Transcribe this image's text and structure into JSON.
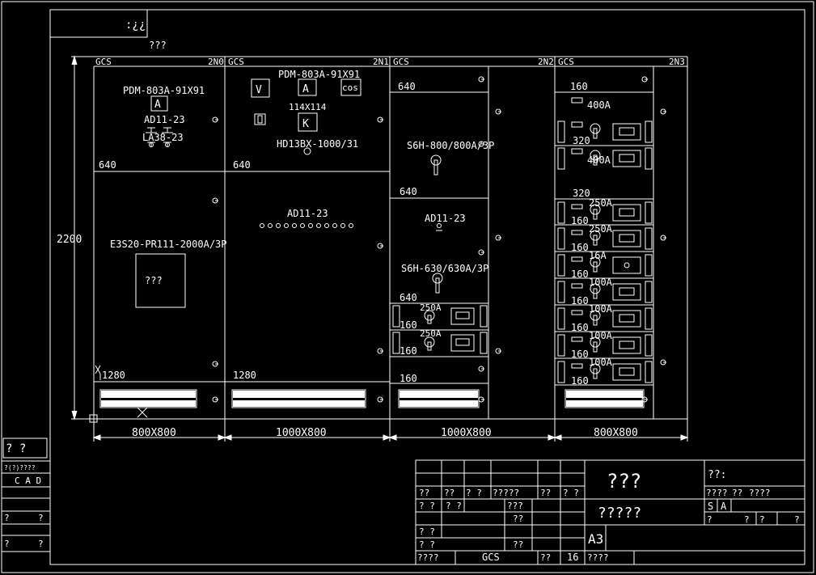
{
  "title_box": {
    "text": ":¿¿"
  },
  "diagram_caption": "???",
  "dimension_height": "2200",
  "panels": [
    {
      "header": "GCS",
      "id": "2N0",
      "width_label": "800X800",
      "labels": {
        "meter_model": "PDM-803A-91X91",
        "ammeter": "A",
        "lamp": "AD11-23",
        "button": "LA38-23",
        "section_height_top": "640",
        "breaker": "E3S20-PR111-2000A/3P",
        "breaker_box": "???",
        "section_height_bottom": "1280"
      }
    },
    {
      "header": "GCS",
      "id": "2N1",
      "width_label": "1000X800",
      "labels": {
        "voltmeter": "V",
        "ammeter": "A",
        "pf_meter": "cos",
        "meter_model": "PDM-803A-91X91",
        "size": "114X114",
        "switch_k": "K",
        "disconnector": "HD13BX-1000/31",
        "section_height_top": "640",
        "lamp": "AD11-23",
        "section_height_bottom": "1280"
      }
    },
    {
      "header": "GCS",
      "id": "2N2",
      "width_label": "1000X800",
      "labels": {
        "h1": "640",
        "breaker1": "S6H-800/800A/3P",
        "h2": "640",
        "lamp": "AD11-23",
        "breaker2": "S6H-630/630A/3P",
        "h3": "640",
        "d1_rating": "250A",
        "d1_h": "160",
        "d2_rating": "250A",
        "d2_h": "160",
        "h_last": "160"
      }
    },
    {
      "header": "GCS",
      "id": "2N3",
      "width_label": "800X800",
      "labels": {
        "h_top": "160"
      },
      "drawers": [
        {
          "h": "320",
          "rating": "400A"
        },
        {
          "h": "320",
          "rating": "400A"
        },
        {
          "h": "160",
          "rating": "250A"
        },
        {
          "h": "160",
          "rating": "250A"
        },
        {
          "h": "160",
          "rating": "16A"
        },
        {
          "h": "160",
          "rating": "100A"
        },
        {
          "h": "160",
          "rating": "100A"
        },
        {
          "h": "160",
          "rating": "100A"
        },
        {
          "h": "160",
          "rating": "100A"
        }
      ]
    }
  ],
  "left_strip": {
    "q1": "? ?",
    "label_a": "?(?)????",
    "cad": "C A D",
    "q2": "?",
    "q3": "?",
    "q4": "?",
    "q5": "?"
  },
  "title_block": {
    "r2": [
      "??",
      "??",
      "? ?",
      "?????",
      "??",
      "? ?"
    ],
    "r3": [
      "? ?",
      "? ?",
      "???"
    ],
    "r4": [
      "??"
    ],
    "r5": [
      "? ?"
    ],
    "r6": [
      "? ?",
      "??"
    ],
    "r7": [
      "????",
      "GCS",
      "??",
      "16",
      "????"
    ],
    "big_title": "???",
    "drawing_name": "?????",
    "sheet_size": "A3",
    "right_top": "??:",
    "right_r2": [
      "????",
      "??",
      "????"
    ],
    "right_r3": [
      "S",
      "A"
    ],
    "right_r4": [
      "?",
      "?",
      "?",
      "?"
    ]
  }
}
